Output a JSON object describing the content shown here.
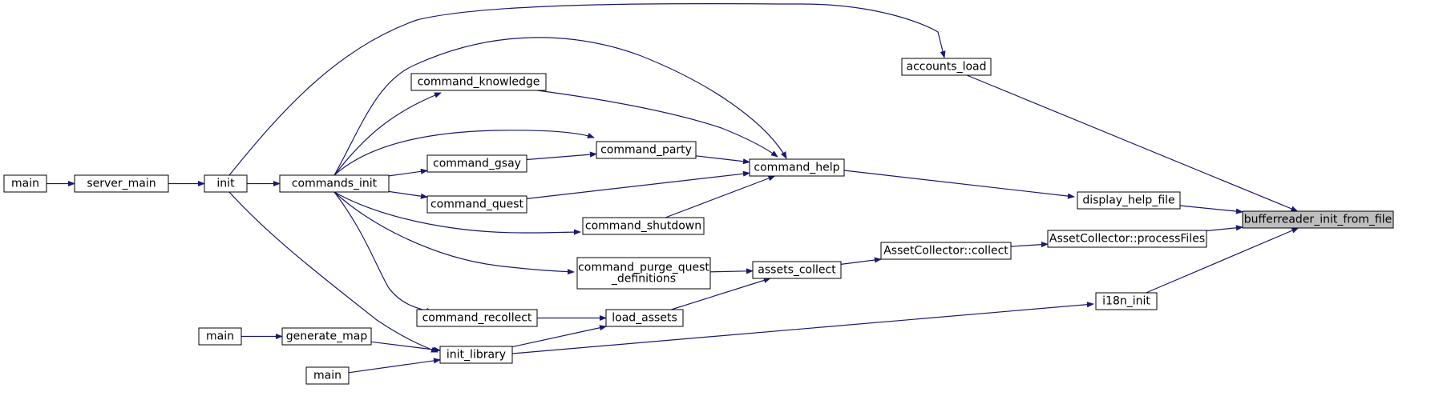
{
  "graph": {
    "title": "",
    "colors": {
      "edge": "#191970",
      "node_border": "#000000",
      "node_fill": "#ffffff",
      "highlight_fill": "#bfbfbf"
    },
    "nodes": [
      {
        "id": "main1",
        "label": [
          "main"
        ],
        "interactable": true
      },
      {
        "id": "server_main",
        "label": [
          "server_main"
        ],
        "interactable": true
      },
      {
        "id": "init",
        "label": [
          "init"
        ],
        "interactable": true
      },
      {
        "id": "commands_init",
        "label": [
          "commands_init"
        ],
        "interactable": true
      },
      {
        "id": "command_knowledge",
        "label": [
          "command_knowledge"
        ],
        "interactable": true
      },
      {
        "id": "command_gsay",
        "label": [
          "command_gsay"
        ],
        "interactable": true
      },
      {
        "id": "command_quest",
        "label": [
          "command_quest"
        ],
        "interactable": true
      },
      {
        "id": "command_party",
        "label": [
          "command_party"
        ],
        "interactable": true
      },
      {
        "id": "command_shutdown",
        "label": [
          "command_shutdown"
        ],
        "interactable": true
      },
      {
        "id": "command_purge",
        "label": [
          "command_purge_quest",
          "_definitions"
        ],
        "interactable": true
      },
      {
        "id": "command_recollect",
        "label": [
          "command_recollect"
        ],
        "interactable": true
      },
      {
        "id": "main2",
        "label": [
          "main"
        ],
        "interactable": true
      },
      {
        "id": "generate_map",
        "label": [
          "generate_map"
        ],
        "interactable": true
      },
      {
        "id": "main3",
        "label": [
          "main"
        ],
        "interactable": true
      },
      {
        "id": "init_library",
        "label": [
          "init_library"
        ],
        "interactable": true
      },
      {
        "id": "load_assets",
        "label": [
          "load_assets"
        ],
        "interactable": true
      },
      {
        "id": "assets_collect",
        "label": [
          "assets_collect"
        ],
        "interactable": true
      },
      {
        "id": "command_help",
        "label": [
          "command_help"
        ],
        "interactable": true
      },
      {
        "id": "accounts_load",
        "label": [
          "accounts_load"
        ],
        "interactable": true
      },
      {
        "id": "asset_collect",
        "label": [
          "AssetCollector::collect"
        ],
        "interactable": true
      },
      {
        "id": "asset_process",
        "label": [
          "AssetCollector::processFiles"
        ],
        "interactable": true
      },
      {
        "id": "display_help_file",
        "label": [
          "display_help_file"
        ],
        "interactable": true
      },
      {
        "id": "i18n_init",
        "label": [
          "i18n_init"
        ],
        "interactable": true
      },
      {
        "id": "bufferreader",
        "label": [
          "bufferreader_init_from_file"
        ],
        "interactable": false,
        "highlight": true
      }
    ],
    "edges": [
      {
        "from": "main1",
        "to": "server_main"
      },
      {
        "from": "server_main",
        "to": "init"
      },
      {
        "from": "init",
        "to": "commands_init"
      },
      {
        "from": "init",
        "to": "accounts_load"
      },
      {
        "from": "init",
        "to": "init_library"
      },
      {
        "from": "commands_init",
        "to": "command_knowledge"
      },
      {
        "from": "commands_init",
        "to": "command_party"
      },
      {
        "from": "commands_init",
        "to": "command_gsay"
      },
      {
        "from": "commands_init",
        "to": "command_quest"
      },
      {
        "from": "commands_init",
        "to": "command_shutdown"
      },
      {
        "from": "commands_init",
        "to": "command_purge"
      },
      {
        "from": "commands_init",
        "to": "command_recollect"
      },
      {
        "from": "commands_init",
        "to": "command_help"
      },
      {
        "from": "command_knowledge",
        "to": "command_help"
      },
      {
        "from": "command_gsay",
        "to": "command_party"
      },
      {
        "from": "command_party",
        "to": "command_help"
      },
      {
        "from": "command_quest",
        "to": "command_help"
      },
      {
        "from": "command_shutdown",
        "to": "command_help"
      },
      {
        "from": "command_purge",
        "to": "assets_collect"
      },
      {
        "from": "command_recollect",
        "to": "load_assets"
      },
      {
        "from": "main2",
        "to": "generate_map"
      },
      {
        "from": "generate_map",
        "to": "init_library"
      },
      {
        "from": "main3",
        "to": "init_library"
      },
      {
        "from": "init_library",
        "to": "load_assets"
      },
      {
        "from": "init_library",
        "to": "i18n_init"
      },
      {
        "from": "load_assets",
        "to": "assets_collect"
      },
      {
        "from": "assets_collect",
        "to": "asset_collect"
      },
      {
        "from": "asset_collect",
        "to": "asset_process"
      },
      {
        "from": "command_help",
        "to": "display_help_file"
      },
      {
        "from": "accounts_load",
        "to": "bufferreader"
      },
      {
        "from": "display_help_file",
        "to": "bufferreader"
      },
      {
        "from": "asset_process",
        "to": "bufferreader"
      },
      {
        "from": "i18n_init",
        "to": "bufferreader"
      }
    ]
  }
}
